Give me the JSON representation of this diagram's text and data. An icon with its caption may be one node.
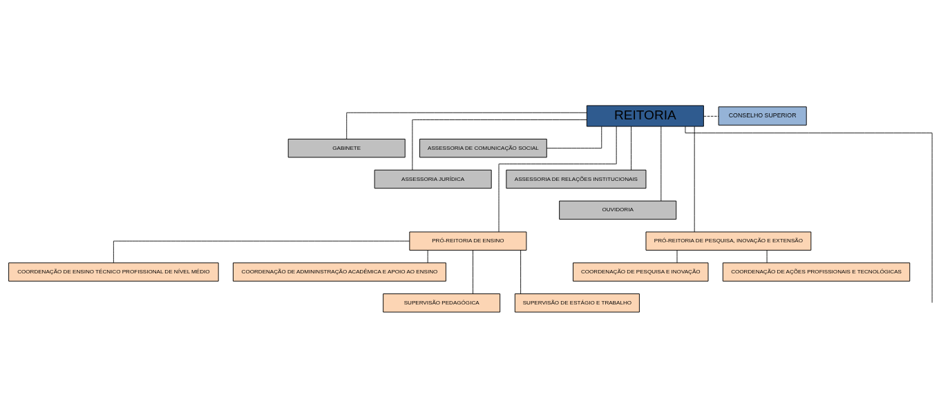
{
  "diagram": {
    "nodes": [
      {
        "text": [
          "REITORIA"
        ]
      },
      {
        "text": [
          "CONSELHO SUPERIOR"
        ]
      },
      {
        "text": [
          "GABINETE"
        ]
      },
      {
        "text": [
          "ASSESSORIA DE COMUNICAÇÃO SOCIAL"
        ]
      },
      {
        "text": [
          "ASSESSORIA JURÍDICA"
        ]
      },
      {
        "text": [
          "ASSESSORIA DE RELAÇÕES INSTITUCIONAIS"
        ]
      },
      {
        "text": [
          "OUVIDORIA"
        ]
      },
      {
        "text": [
          "PRÓ-REITORIA DE ENSINO"
        ]
      },
      {
        "text": [
          "PRÓ-REITORIA DE PESQUISA, INOVAÇÃO E EXTENSÃO"
        ]
      },
      {
        "text": [
          "COORDENAÇÃO DE ENSINO TÉCNICO PROFISSIONAL DE NÍVEL MÉDIO"
        ]
      },
      {
        "text": [
          "COORDENAÇÃO DE ADMININSTRAÇÃO ACADÊMICA E APOIO AO ENSINO"
        ]
      },
      {
        "text": [
          "SUPERVISÃO PEDAGÓGICA"
        ]
      },
      {
        "text": [
          "SUPERVISÃO DE ESTÁGIO E TRABALHO"
        ]
      },
      {
        "text": [
          "COORDENAÇÃO DE PESQUISA E INOVAÇÃO"
        ]
      },
      {
        "text": [
          "COORDENAÇÃO DE AÇÕES PROFISSIONAIS E TECNOLÓGICAS"
        ]
      }
    ],
    "edges": [
      {
        "from": 0,
        "to": 1,
        "arrow": "none",
        "style": "dashed"
      },
      {
        "from": 0,
        "to": 2,
        "arrow": "none"
      },
      {
        "from": 0,
        "to": 3,
        "arrow": "none"
      },
      {
        "from": 0,
        "to": 4,
        "arrow": "none"
      },
      {
        "from": 0,
        "to": 5,
        "arrow": "none"
      },
      {
        "from": 0,
        "to": 6,
        "arrow": "none"
      },
      {
        "from": 0,
        "to": 7,
        "arrow": "none"
      },
      {
        "from": 0,
        "to": 8,
        "arrow": "none"
      },
      {
        "from": 0,
        "to": null,
        "arrow": "none"
      },
      {
        "from": 7,
        "to": 9,
        "arrow": "none"
      },
      {
        "from": 7,
        "to": 10,
        "arrow": "none"
      },
      {
        "from": 7,
        "to": 11,
        "arrow": "none"
      },
      {
        "from": 7,
        "to": 12,
        "arrow": "none"
      },
      {
        "from": 8,
        "to": 13,
        "arrow": "none"
      },
      {
        "from": 8,
        "to": 14,
        "arrow": "none"
      }
    ]
  }
}
